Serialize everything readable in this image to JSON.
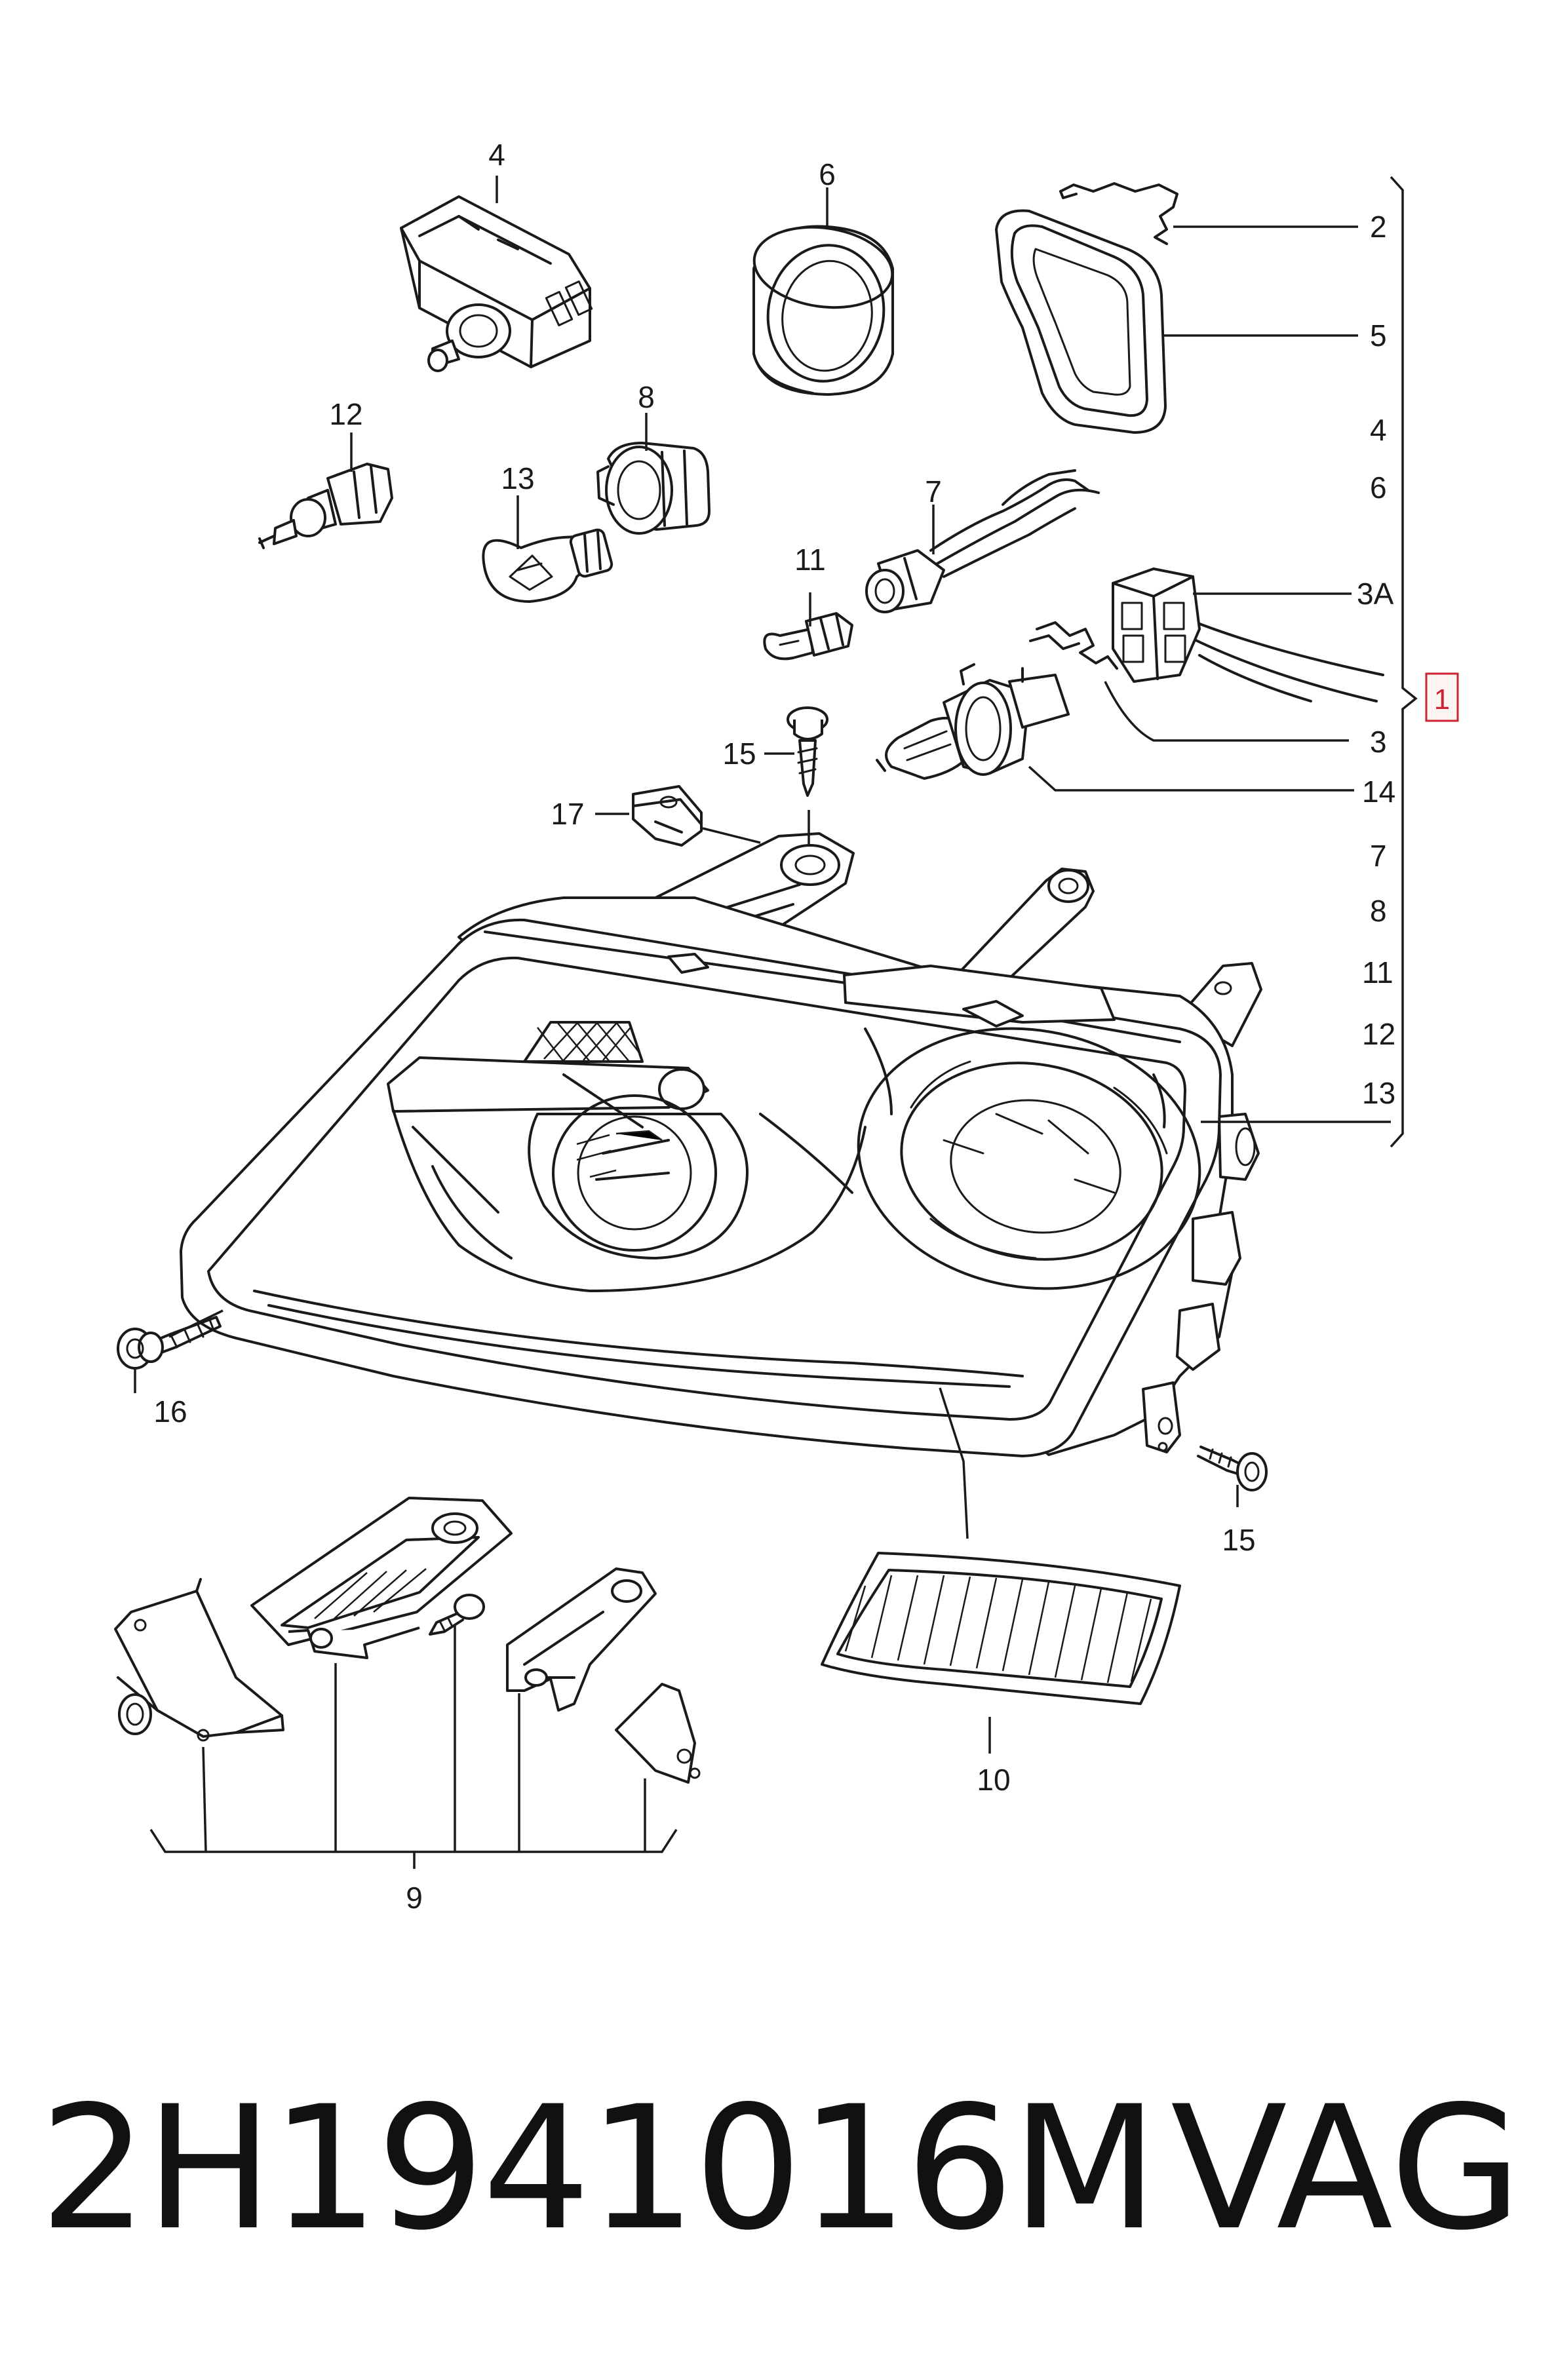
{
  "callouts": {
    "c4_top": "4",
    "c6_top": "6",
    "c2": "2",
    "c5": "5",
    "c4_list": "4",
    "c6_list": "6",
    "c3a": "3A",
    "c1": "1",
    "c3": "3",
    "c14": "14",
    "c7_list": "7",
    "c8_list": "8",
    "c11_list": "11",
    "c12_list": "12",
    "c13_list": "13",
    "c12": "12",
    "c8": "8",
    "c13": "13",
    "c7": "7",
    "c11": "11",
    "c15_top": "15",
    "c17": "17",
    "c16": "16",
    "c15_right": "15",
    "c10": "10",
    "c9": "9"
  },
  "footer": {
    "part_number": "2H1941016M",
    "brand": "VAG"
  },
  "colors": {
    "line": "#1a1a1a",
    "highlight_box": "#cc2233",
    "highlight_fill": "#fff4f4"
  }
}
